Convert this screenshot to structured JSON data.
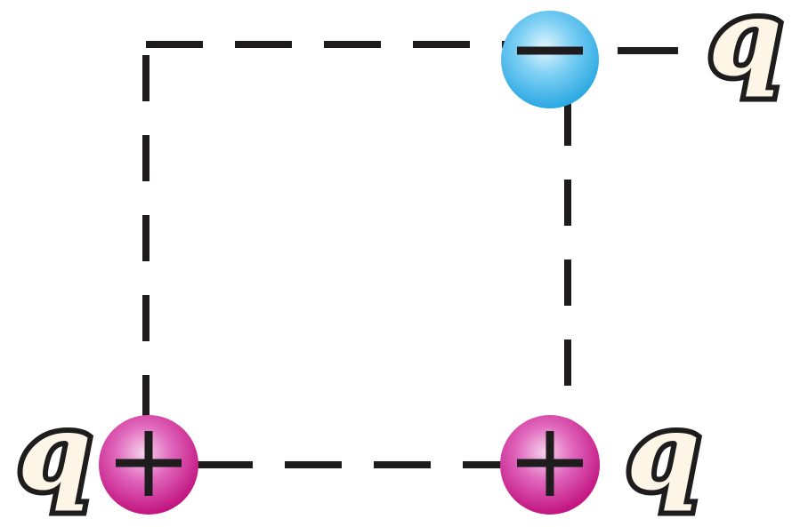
{
  "colors": {
    "line": "#1e1c1d",
    "positive_charge": "#d1168f",
    "negative_charge": "#38b4ea",
    "label_fill": "#fdf6e6",
    "label_stroke": "#1e1c1d"
  },
  "charges": [
    {
      "id": "top-right",
      "sign": "negative",
      "symbol_icon": "minus-icon",
      "label": "q"
    },
    {
      "id": "bottom-left",
      "sign": "positive",
      "symbol_icon": "plus-icon",
      "label": "q"
    },
    {
      "id": "bottom-right",
      "sign": "positive",
      "symbol_icon": "plus-icon",
      "label": "q"
    }
  ]
}
